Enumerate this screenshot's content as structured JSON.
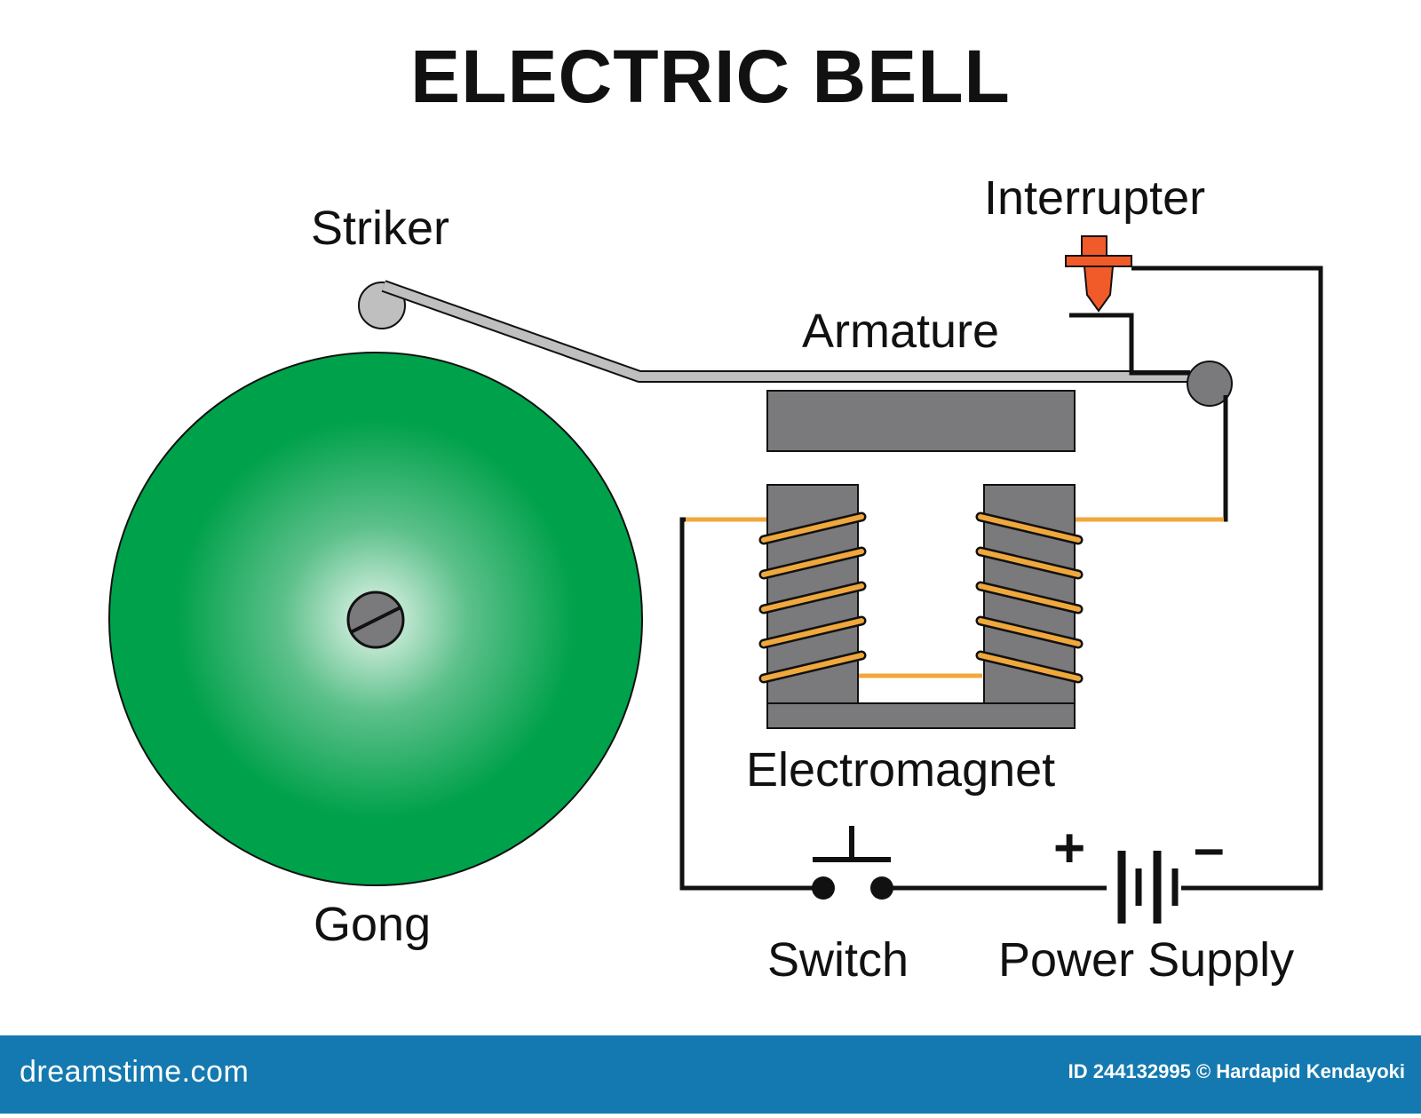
{
  "title": "ELECTRIC BELL",
  "labels": {
    "striker": "Striker",
    "interrupter": "Interrupter",
    "armature": "Armature",
    "electromagnet": "Electromagnet",
    "gong": "Gong",
    "switch": "Switch",
    "power_supply": "Power Supply",
    "plus": "+",
    "minus": "–"
  },
  "footer": {
    "brand": "dreamstime.com",
    "credit": "ID 244132995 © Hardapid Kendayoki"
  },
  "colors": {
    "gong_green": "#00a14b",
    "gong_highlight": "#e8f6ee",
    "metal_gray": "#7a7a7c",
    "striker_gray": "#bfbfbf",
    "coil_wire": "#f0a83c",
    "interrupter_orange": "#f15a29",
    "wire_black": "#111111",
    "footer_blue": "#1479b0"
  }
}
